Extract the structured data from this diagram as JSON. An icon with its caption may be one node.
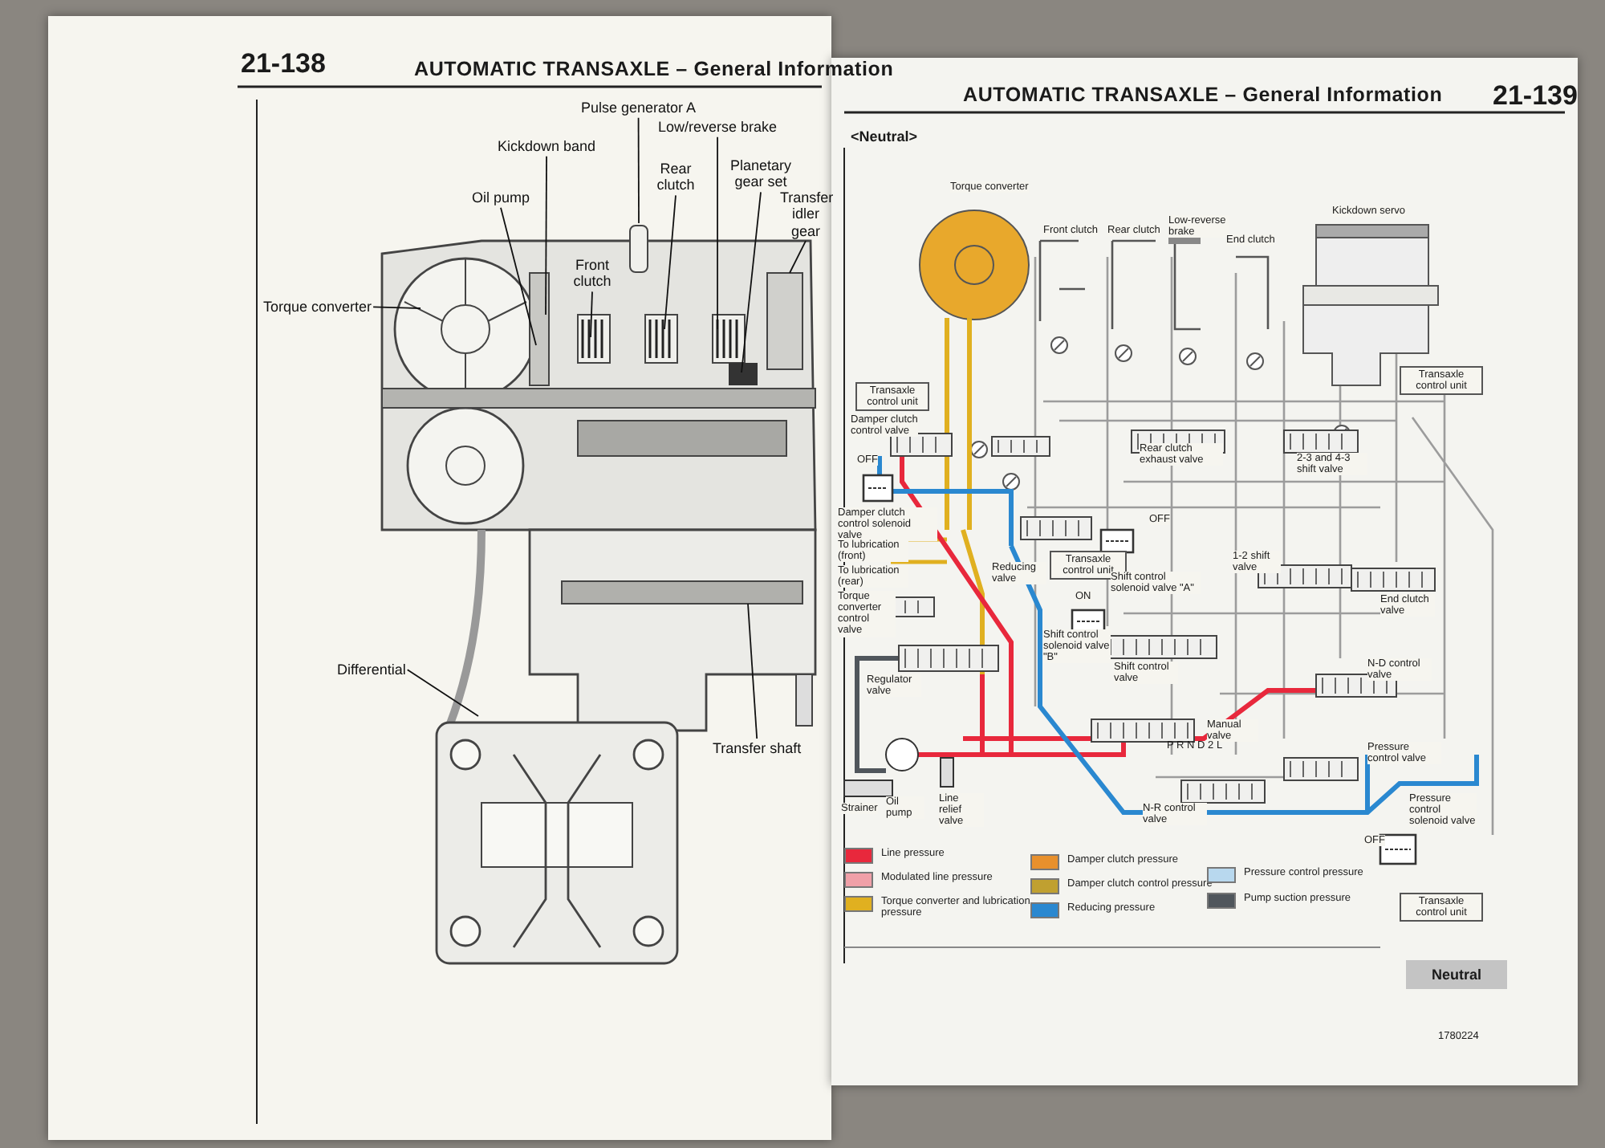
{
  "diagram": {
    "nodes": [
      {
        "text": [
          "Pulse generator A"
        ]
      },
      {
        "text": [
          "Low/reverse brake"
        ]
      },
      {
        "text": [
          "Kickdown band"
        ]
      },
      {
        "text": [
          "Rear clutch"
        ]
      },
      {
        "text": [
          "Planetary gear set"
        ]
      },
      {
        "text": [
          "Oil pump"
        ]
      },
      {
        "text": [
          "Transfer idler gear"
        ]
      },
      {
        "text": [
          "Front clutch"
        ]
      },
      {
        "text": [
          "Torque converter"
        ]
      },
      {
        "text": [
          "Differential"
        ]
      },
      {
        "text": [
          "Transfer shaft"
        ]
      },
      {
        "text": [],
        "shape": "box"
      }
    ],
    "edges": [
      {
        "from": 0,
        "to": 11,
        "arrow": "none"
      },
      {
        "from": 1,
        "to": null,
        "arrow": "none"
      },
      {
        "from": 2,
        "to": null,
        "arrow": "none"
      },
      {
        "from": 3,
        "to": null,
        "arrow": "none"
      },
      {
        "from": 4,
        "to": null,
        "arrow": "none"
      },
      {
        "from": 5,
        "to": null,
        "arrow": "none"
      },
      {
        "from": 6,
        "to": null,
        "arrow": "none"
      },
      {
        "from": 7,
        "to": null,
        "arrow": "none"
      },
      {
        "from": 8,
        "to": null,
        "arrow": "none"
      },
      {
        "from": 9,
        "to": null,
        "arrow": "none"
      },
      {
        "from": 10,
        "to": null,
        "arrow": "none"
      }
    ],
    "labels": [
      "21-138",
      "AUTOMATIC TRANSAXLE – General Information",
      "AUTOMATIC TRANSAXLE – General Information",
      "21-139",
      "<Neutral>",
      "Torque converter",
      "Front clutch",
      "Rear clutch",
      "Low-reverse brake",
      "End clutch",
      "Kickdown servo",
      "Transaxle control unit",
      "Transaxle control unit",
      "Damper clutch control valve",
      "OFF",
      "Damper clutch control solenoid valve",
      "To lubrication (front)",
      "To lubrication (rear)",
      "Torque converter control valve",
      "Rear clutch exhaust valve",
      "2-3 and 4-3 shift valve",
      "OFF",
      "Transaxle control unit",
      "1-2 shift valve",
      "Shift control solenoid valve \"A\"",
      "Reducing valve",
      "ON",
      "End clutch valve",
      "Shift control solenoid valve \"B\"",
      "Shift control valve",
      "N-D control valve",
      "Regulator valve",
      "Manual valve",
      "P R N D 2 L",
      "Pressure control valve",
      "N-R control valve",
      "Pressure control solenoid valve",
      "OFF",
      "Oil pump",
      "Line relief valve",
      "Strainer",
      "Transaxle control unit",
      "Neutral",
      "1780224"
    ],
    "legend": [
      {
        "text": "Line pressure",
        "color": "#e8283c"
      },
      {
        "text": "Modulated line pressure",
        "color": "#f0a0a8"
      },
      {
        "text": "Torque converter and lubrication pressure",
        "color": "#e0b020"
      },
      {
        "text": "Damper clutch pressure",
        "color": "#e8902c"
      },
      {
        "text": "Damper clutch control pressure",
        "color": "#c0a030"
      },
      {
        "text": "Reducing pressure",
        "color": "#2a88d0"
      },
      {
        "text": "Pressure control pressure",
        "color": "#b8d8ee"
      },
      {
        "text": "Pump suction pressure",
        "color": "#50565c"
      }
    ]
  }
}
